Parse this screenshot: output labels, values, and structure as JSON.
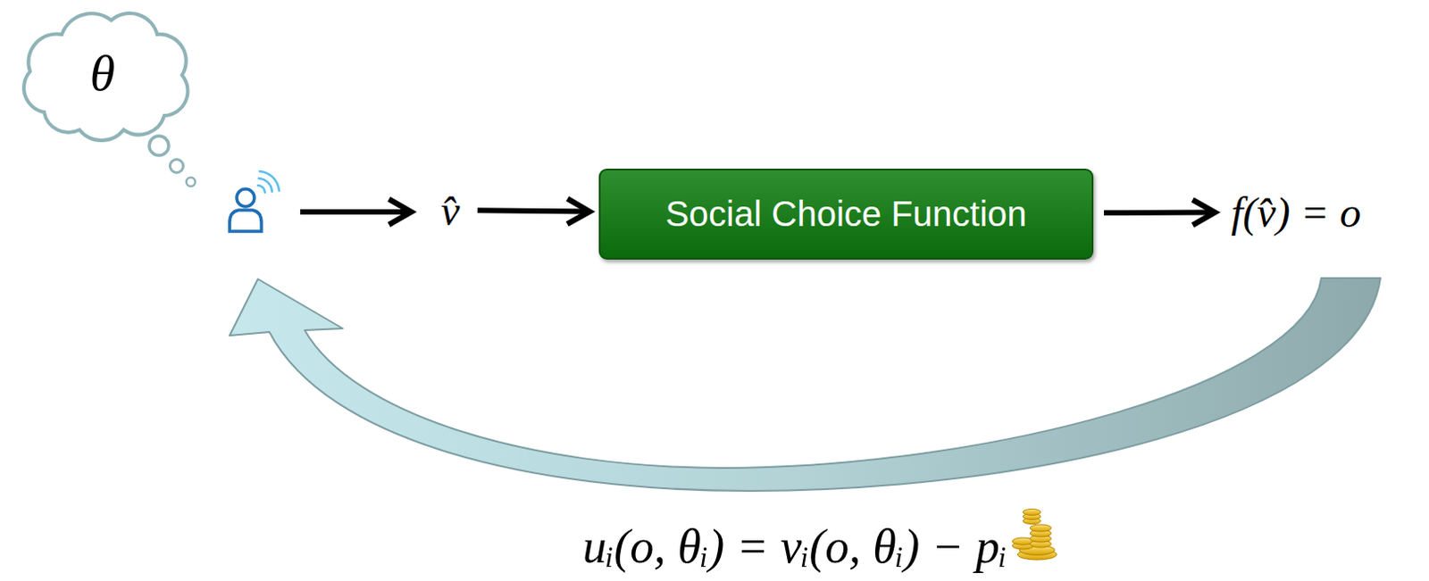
{
  "diagram": {
    "nodes": [
      {
        "text": [
          "θ"
        ]
      },
      {
        "text": [
          "v̂"
        ]
      },
      {
        "text": [
          "Social Choice Function"
        ]
      },
      {
        "text": [
          "f(v̂) = o"
        ]
      }
    ],
    "edges": [
      {
        "from": 1,
        "to": 2,
        "arrow": "to"
      },
      {
        "from": 2,
        "to": 3,
        "arrow": "to"
      }
    ],
    "labels": [
      "uᵢ(o, θᵢ) = vᵢ(o, θᵢ) − pᵢ"
    ]
  }
}
